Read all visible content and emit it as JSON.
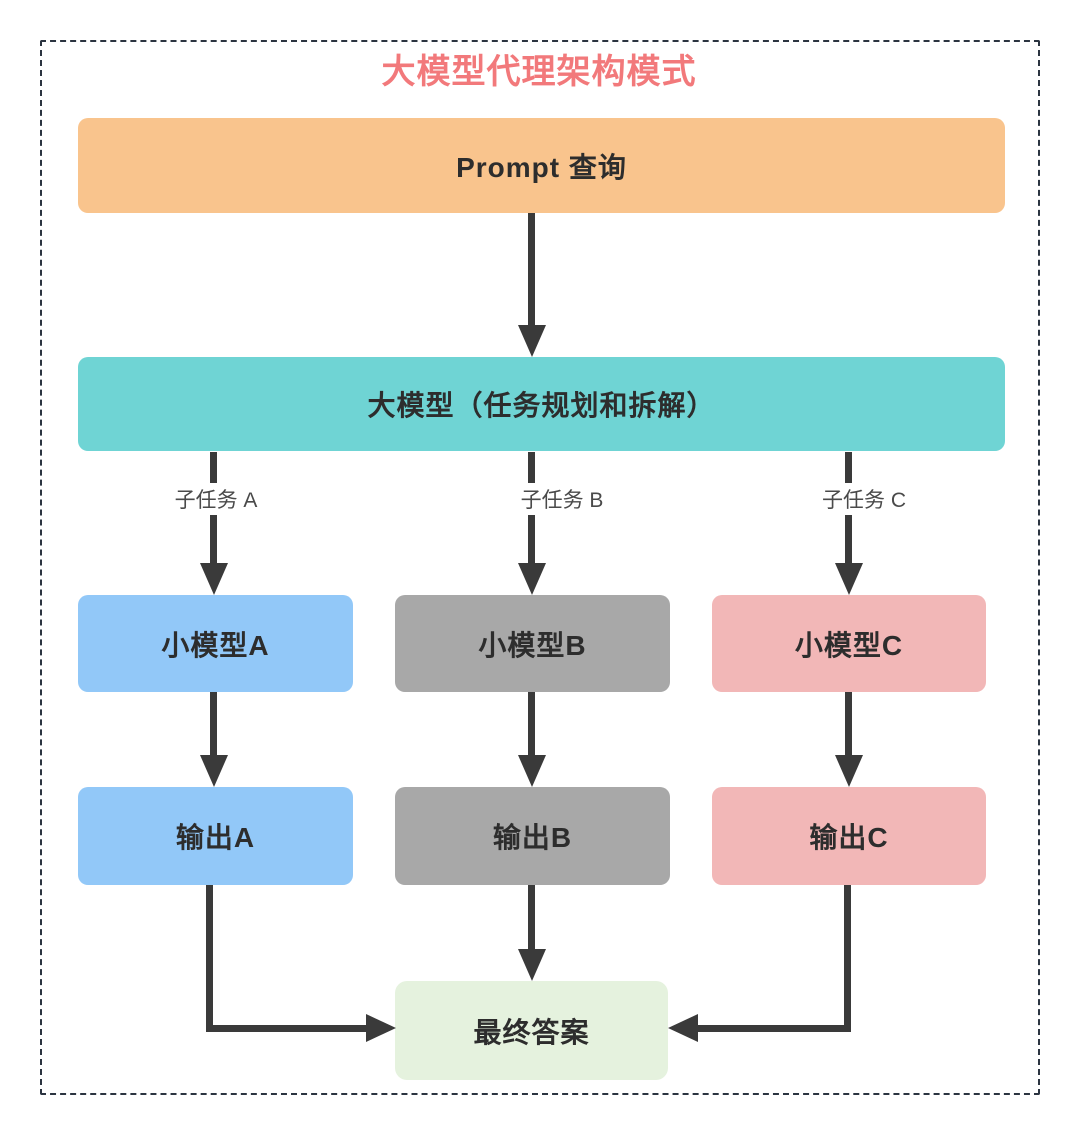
{
  "title": {
    "text": "大模型代理架构模式",
    "color": "#F2797B"
  },
  "nodes": {
    "prompt": {
      "label": "Prompt 查询",
      "bg": "#F9C48D"
    },
    "llm": {
      "label": "大模型（任务规划和拆解）",
      "bg": "#6FD4D4"
    },
    "model_a": {
      "label": "小模型A",
      "bg": "#92C8F8"
    },
    "model_b": {
      "label": "小模型B",
      "bg": "#A8A8A8"
    },
    "model_c": {
      "label": "小模型C",
      "bg": "#F2B7B7"
    },
    "output_a": {
      "label": "输出A",
      "bg": "#92C8F8"
    },
    "output_b": {
      "label": "输出B",
      "bg": "#A8A8A8"
    },
    "output_c": {
      "label": "输出C",
      "bg": "#F2B7B7"
    },
    "final": {
      "label": "最终答案",
      "bg": "#E5F2DE"
    }
  },
  "edge_labels": {
    "task_a": "子任务 A",
    "task_b": "子任务 B",
    "task_c": "子任务 C"
  },
  "colors": {
    "arrow": "#3A3A3A",
    "frame_border": "#2B3440",
    "canvas_bg": "#FFFFFF"
  }
}
